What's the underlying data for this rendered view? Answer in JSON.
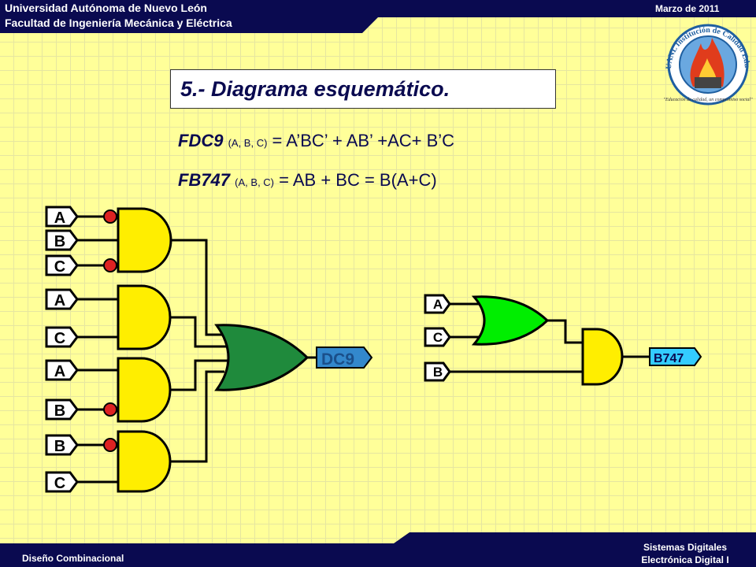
{
  "header": {
    "university": "Universidad Autónoma de Nuevo León",
    "faculty": "Facultad de Ingeniería Mecánica y Eléctrica",
    "date": "Marzo de 2011"
  },
  "logo": {
    "ring_text": "UANL Institución de Calidad Educativa",
    "motto": "\"Educación de calidad, un compromiso social\""
  },
  "title": "5.- Diagrama esquemático.",
  "equations": [
    {
      "fn": "FDC9",
      "args": "(A, B, C)",
      "expr": " = A’BC’ + AB’ +AC+ B’C"
    },
    {
      "fn": "FB747",
      "args": "(A, B, C)",
      "expr": " = AB + BC = B(A+C)"
    }
  ],
  "circuit1": {
    "inputs": [
      "A",
      "B",
      "C",
      "A",
      "C",
      "A",
      "B",
      "B",
      "C"
    ],
    "output": "DC9"
  },
  "circuit2": {
    "inputs": [
      "A",
      "C",
      "B"
    ],
    "output": "B747"
  },
  "footer": {
    "left": "Diseño Combinacional",
    "right_line1": "Sistemas Digitales",
    "right_line2": "Electrónica Digital I"
  },
  "colors": {
    "navy": "#0a0a50",
    "background": "#ffff99",
    "and_gate": "#ffee00",
    "or_gate_dc9": "#1f8a3c",
    "or_gate_b747": "#00ee00",
    "inverter_bubble": "#dd2222",
    "output_dc9": "#3388cc",
    "output_b747": "#33ccff"
  }
}
